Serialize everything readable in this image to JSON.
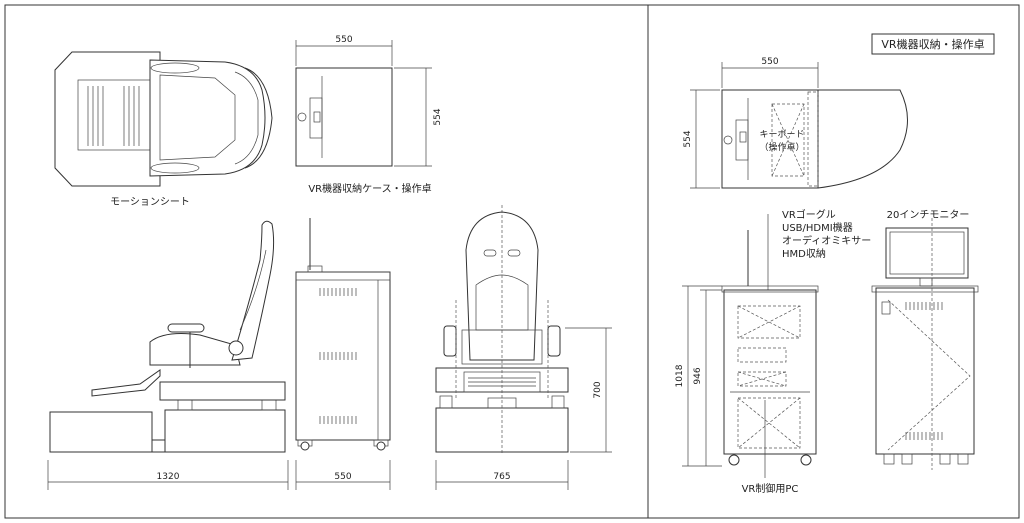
{
  "title": "VR機器収納・操作卓",
  "labels": {
    "motion_seat": "モーションシート",
    "vr_case": "VR機器収納ケース・操作卓",
    "keyboard_line1": "キーボード",
    "keyboard_line2": "（操作卓）",
    "goggle_line1": "VRゴーグル",
    "goggle_line2": "USB/HDMI機器",
    "goggle_line3": "オーディオミキサー",
    "goggle_line4": "HMD収納",
    "monitor": "20インチモニター",
    "pc": "VR制御用PC"
  },
  "dimensions": {
    "case_top_width": "550",
    "case_top_depth": "554",
    "seat_side_width": "1320",
    "case_side_width": "550",
    "seat_front_width": "765",
    "seat_height": "700",
    "right_top_width": "550",
    "right_top_depth": "554",
    "total_height": "1018",
    "body_height": "946"
  }
}
